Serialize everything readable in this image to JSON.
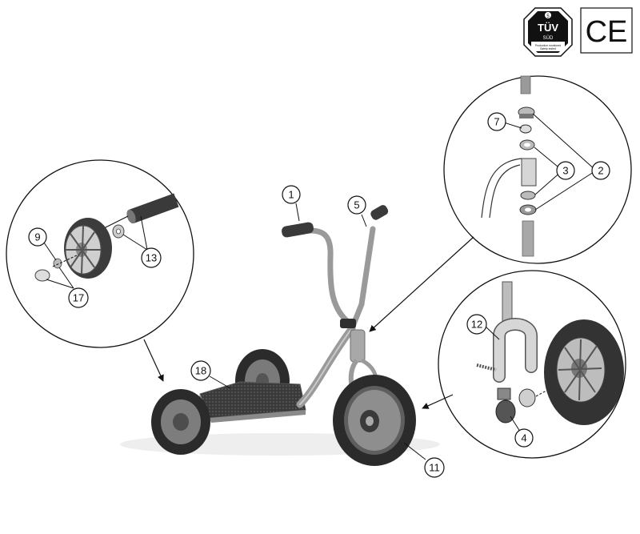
{
  "certifications": {
    "tuv": {
      "top": "5",
      "name": "TÜV",
      "sub": "SÜD",
      "line1": "Production monitored",
      "line2": "Safety tested"
    },
    "ce": {
      "text": "CE"
    }
  },
  "callouts": [
    {
      "id": "c1",
      "number": "1"
    },
    {
      "id": "c5",
      "number": "5"
    },
    {
      "id": "c18",
      "number": "18"
    },
    {
      "id": "c11",
      "number": "11"
    },
    {
      "id": "c9",
      "number": "9"
    },
    {
      "id": "c17",
      "number": "17"
    },
    {
      "id": "c13",
      "number": "13"
    },
    {
      "id": "c7",
      "number": "7"
    },
    {
      "id": "c3",
      "number": "3"
    },
    {
      "id": "c2",
      "number": "2"
    },
    {
      "id": "c12",
      "number": "12"
    },
    {
      "id": "c4",
      "number": "4"
    }
  ],
  "colors": {
    "line": "#111111",
    "frame": "#9a9a9a",
    "tire": "#2b2b2b",
    "hub": "#8a8a8a",
    "grip": "#3a3a3a"
  }
}
